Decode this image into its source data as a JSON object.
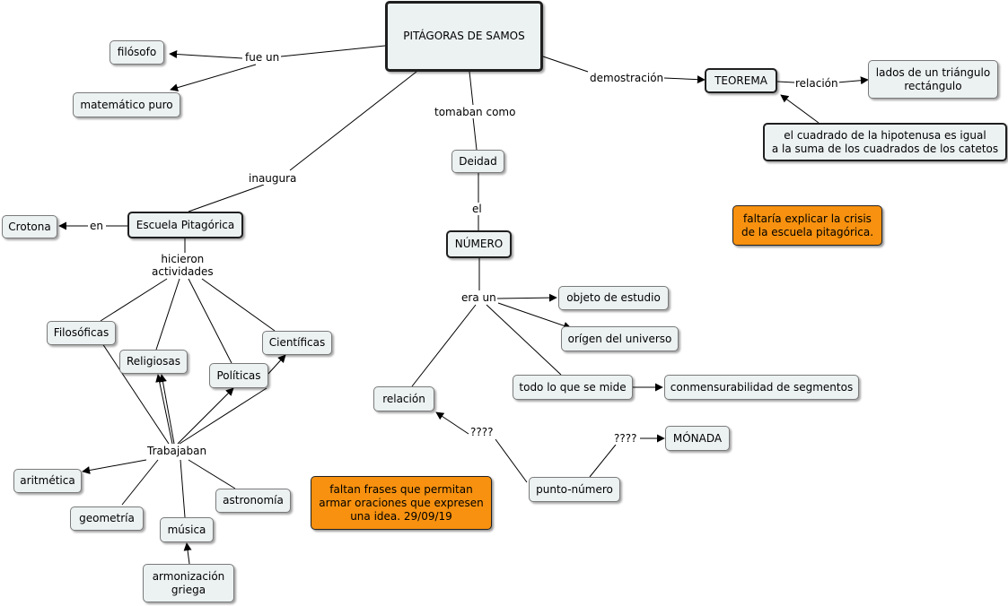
{
  "concept_map": {
    "root": "PITÁGORAS DE SAMOS",
    "concepts": {
      "filosofo": "filósofo",
      "matematico": "matemático puro",
      "teorema": "TEOREMA",
      "lados": "lados de un triángulo\nrectángulo",
      "cuadrado": "el cuadrado de la hipotenusa es igual\na la suma de los cuadrados de los catetos",
      "deidad": "Deidad",
      "numero": "NÚMERO",
      "escuela": "Escuela Pitagórica",
      "crotona": "Crotona",
      "objeto": "objeto de estudio",
      "origen": "orígen del universo",
      "filosoficas": "Filosóficas",
      "religiosas": "Religiosas",
      "politicas": "Políticas",
      "cientificas": "Científicas",
      "relacion": "relación",
      "todo": "todo lo que se mide",
      "conmens": "conmensurabilidad de segmentos",
      "monada": "MÓNADA",
      "aritmetica": "aritmética",
      "geometria": "geometría",
      "astronomia": "astronomía",
      "musica": "música",
      "armonizacion": "armonización\ngriega",
      "punto": "punto-número"
    },
    "linking_phrases": {
      "fue_un": "fue un",
      "demostracion": "demostración",
      "relacion_teorema": "relación",
      "tomaban": "tomaban como",
      "inaugura": "inaugura",
      "el": "el",
      "en": "en",
      "hicieron": "hicieron\nactividades",
      "era_un": "era un",
      "trabajaban": "Trabajaban",
      "q1": "????",
      "q2": "????"
    },
    "notes": {
      "crisis": "faltaría explicar la crisis\nde la escuela pitagórica.",
      "frases": "faltan frases que permitan\narmar oraciones que expresen\nuna idea.  29/09/19"
    },
    "colors": {
      "node_fill": "#ecf1f2",
      "note_fill": "#f7910f",
      "line": "#000000"
    }
  }
}
